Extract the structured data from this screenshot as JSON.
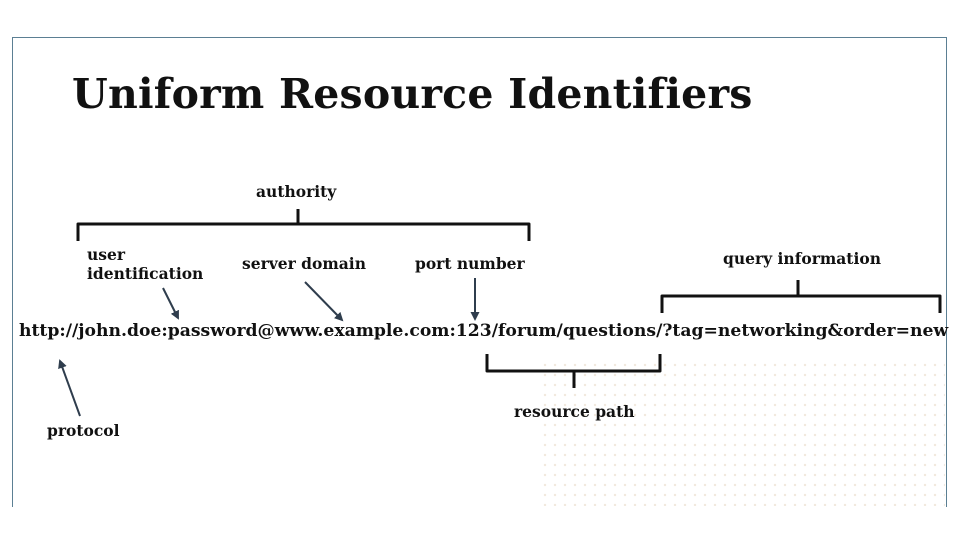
{
  "title": "Uniform Resource Identifiers",
  "url": "http://john.doe:password@www.example.com:123/forum/questions/?tag=networking&order=new",
  "labels": {
    "authority": "authority",
    "user_identification_line1": "user",
    "user_identification_line2": "identification",
    "server_domain": "server domain",
    "port_number": "port number",
    "query_information": "query information",
    "resource_path": "resource path",
    "protocol": "protocol"
  },
  "colors": {
    "frame": "#5b7f93",
    "arrow": "#2f3d4d",
    "text": "#111111"
  }
}
